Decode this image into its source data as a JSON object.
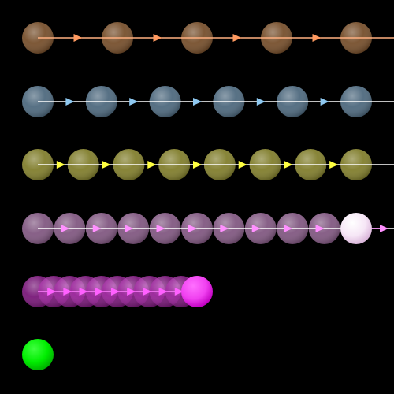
{
  "scene": {
    "background": "#000000",
    "rows": [
      {
        "name": "row-orange",
        "color": "#a8703e",
        "line_color": "#ffb080",
        "arrow_color": "#ff9a60",
        "count": 5,
        "highlight_last": false,
        "arrow_past_last": false
      },
      {
        "name": "row-blue",
        "color": "#6f96b4",
        "line_color": "#ffffff",
        "arrow_color": "#8ec8f0",
        "count": 6,
        "highlight_last": false,
        "arrow_past_last": false
      },
      {
        "name": "row-yellow",
        "color": "#b8b440",
        "line_color": "#ffffff",
        "arrow_color": "#ffff40",
        "count": 8,
        "highlight_last": false,
        "arrow_past_last": false
      },
      {
        "name": "row-pink",
        "color": "#b87eb8",
        "line_color": "#ffffff",
        "arrow_color": "#ff90ff",
        "count": 11,
        "highlight_last": true,
        "highlight_color": "#ffffff",
        "arrow_past_last": true
      },
      {
        "name": "row-magenta",
        "color": "#a020a0",
        "line_color": "#ff80ff",
        "arrow_color": "#ff60ff",
        "count": 11,
        "highlight_last": true,
        "highlight_color": "#ff40ff",
        "arrow_past_last": false
      }
    ],
    "ball": {
      "name": "green-ball",
      "color": "#00ee00"
    }
  }
}
